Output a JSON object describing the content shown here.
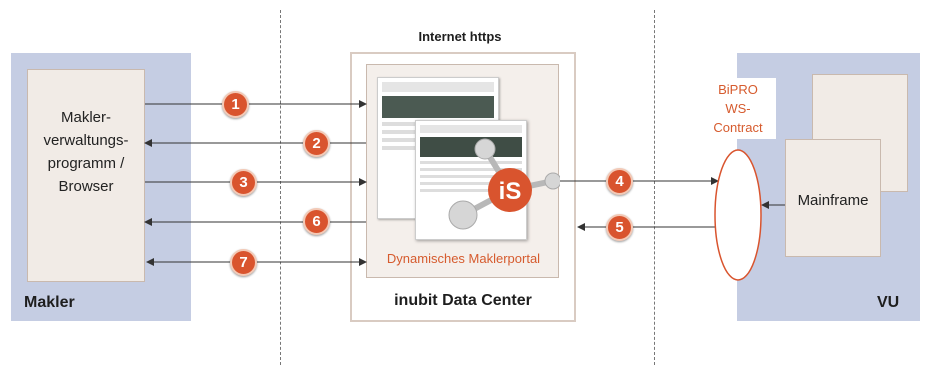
{
  "top_label": "Internet https",
  "left": {
    "client_lines": [
      "Makler-",
      "verwaltungs-",
      "programm /",
      "Browser"
    ],
    "panel_label": "Makler"
  },
  "center": {
    "portal_label": "Dynamisches Maklerportal",
    "panel_label": "inubit Data Center",
    "logo_text": "iS"
  },
  "right": {
    "contract_lines": [
      "BiPRO",
      "WS-",
      "Contract"
    ],
    "mainframe_label": "Mainframe",
    "panel_label": "VU"
  },
  "badges": [
    "1",
    "2",
    "3",
    "6",
    "7",
    "4",
    "5"
  ],
  "colors": {
    "panel": "#c5cde3",
    "box_fill": "#f1ebe6",
    "accent": "#d9542e",
    "orange_text": "#d65b2e"
  }
}
